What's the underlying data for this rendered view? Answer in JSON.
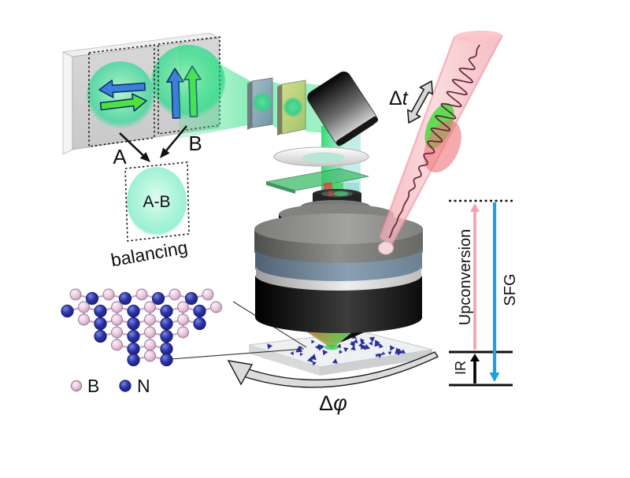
{
  "figure": {
    "detector": {
      "label_a": "A",
      "label_b": "B",
      "difference_label": "A-B",
      "balancing_label": "balancing"
    },
    "pulse": {
      "delay_label": "Δt",
      "delay_symbol": "Δ",
      "delay_variable": "t"
    },
    "sample": {
      "rotation_label": "Δφ",
      "rotation_symbol": "Δ",
      "rotation_variable": "φ"
    },
    "lattice": {
      "legend": [
        {
          "symbol": "B",
          "color": "#e5c4da"
        },
        {
          "symbol": "N",
          "color": "#2b32a4"
        }
      ]
    },
    "energy_diagram": {
      "upconversion_label": "Upconversion",
      "sfg_label": "SFG",
      "ir_label": "IR",
      "upconversion_color": "#f2a2ac",
      "sfg_color": "#1e9fe4",
      "ir_color": "#000000"
    },
    "colors": {
      "beam_green": "#3ce08a",
      "beam_ir_pink": "#f6b0b8",
      "arrow_blue": "#3c7fd8",
      "arrow_green": "#4ee23c",
      "flake_navy": "#2a2f9e",
      "atom_b_fill": "#e9cade",
      "atom_b_stroke": "#98799b",
      "atom_n_fill": "#2b32a4",
      "atom_n_stroke": "#151c78"
    }
  }
}
